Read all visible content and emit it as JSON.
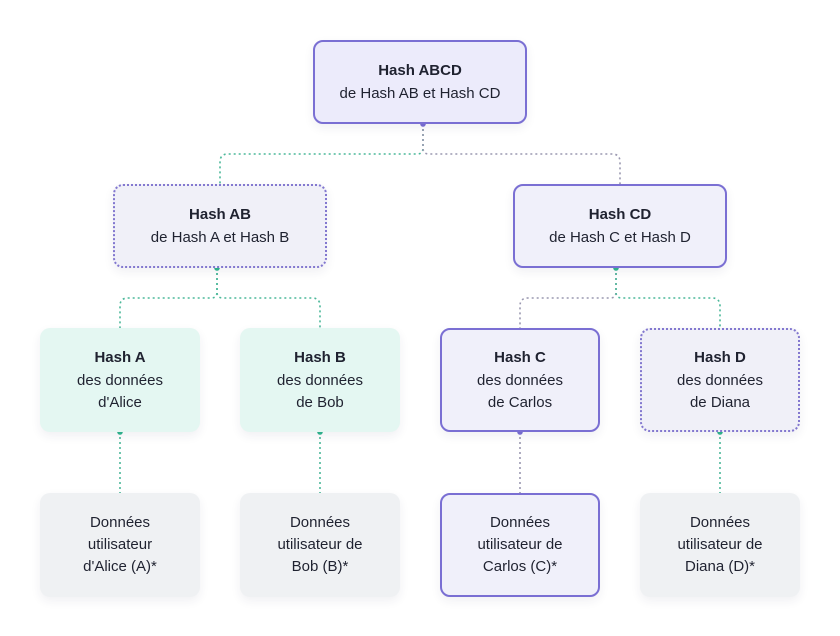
{
  "diagram": {
    "type": "merkle-tree",
    "root": {
      "title": "Hash ABCD",
      "subtitle": "de Hash AB et Hash CD"
    },
    "level1": [
      {
        "title": "Hash AB",
        "subtitle": "de Hash A et Hash B"
      },
      {
        "title": "Hash CD",
        "subtitle": "de Hash C et Hash D"
      }
    ],
    "level2": [
      {
        "title": "Hash A",
        "line1": "des données",
        "line2": "d'Alice"
      },
      {
        "title": "Hash B",
        "line1": "des données",
        "line2": "de Bob"
      },
      {
        "title": "Hash C",
        "line1": "des données",
        "line2": "de Carlos"
      },
      {
        "title": "Hash D",
        "line1": "des données",
        "line2": "de Diana"
      }
    ],
    "leaves": [
      {
        "line1": "Données",
        "line2": "utilisateur",
        "line3": "d'Alice (A)*"
      },
      {
        "line1": "Données",
        "line2": "utilisateur de",
        "line3": "Bob (B)*"
      },
      {
        "line1": "Données",
        "line2": "utilisateur de",
        "line3": "Carlos (C)*"
      },
      {
        "line1": "Données",
        "line2": "utilisateur de",
        "line3": "Diana (D)*"
      }
    ],
    "colors": {
      "purple_border": "#7a6fd3",
      "purple_fill": "#ecebfb",
      "green_fill": "#e4f7f2",
      "green_connector": "#4cb89a",
      "grey_fill": "#eff1f3",
      "grey_connector": "#9a98b0"
    }
  }
}
